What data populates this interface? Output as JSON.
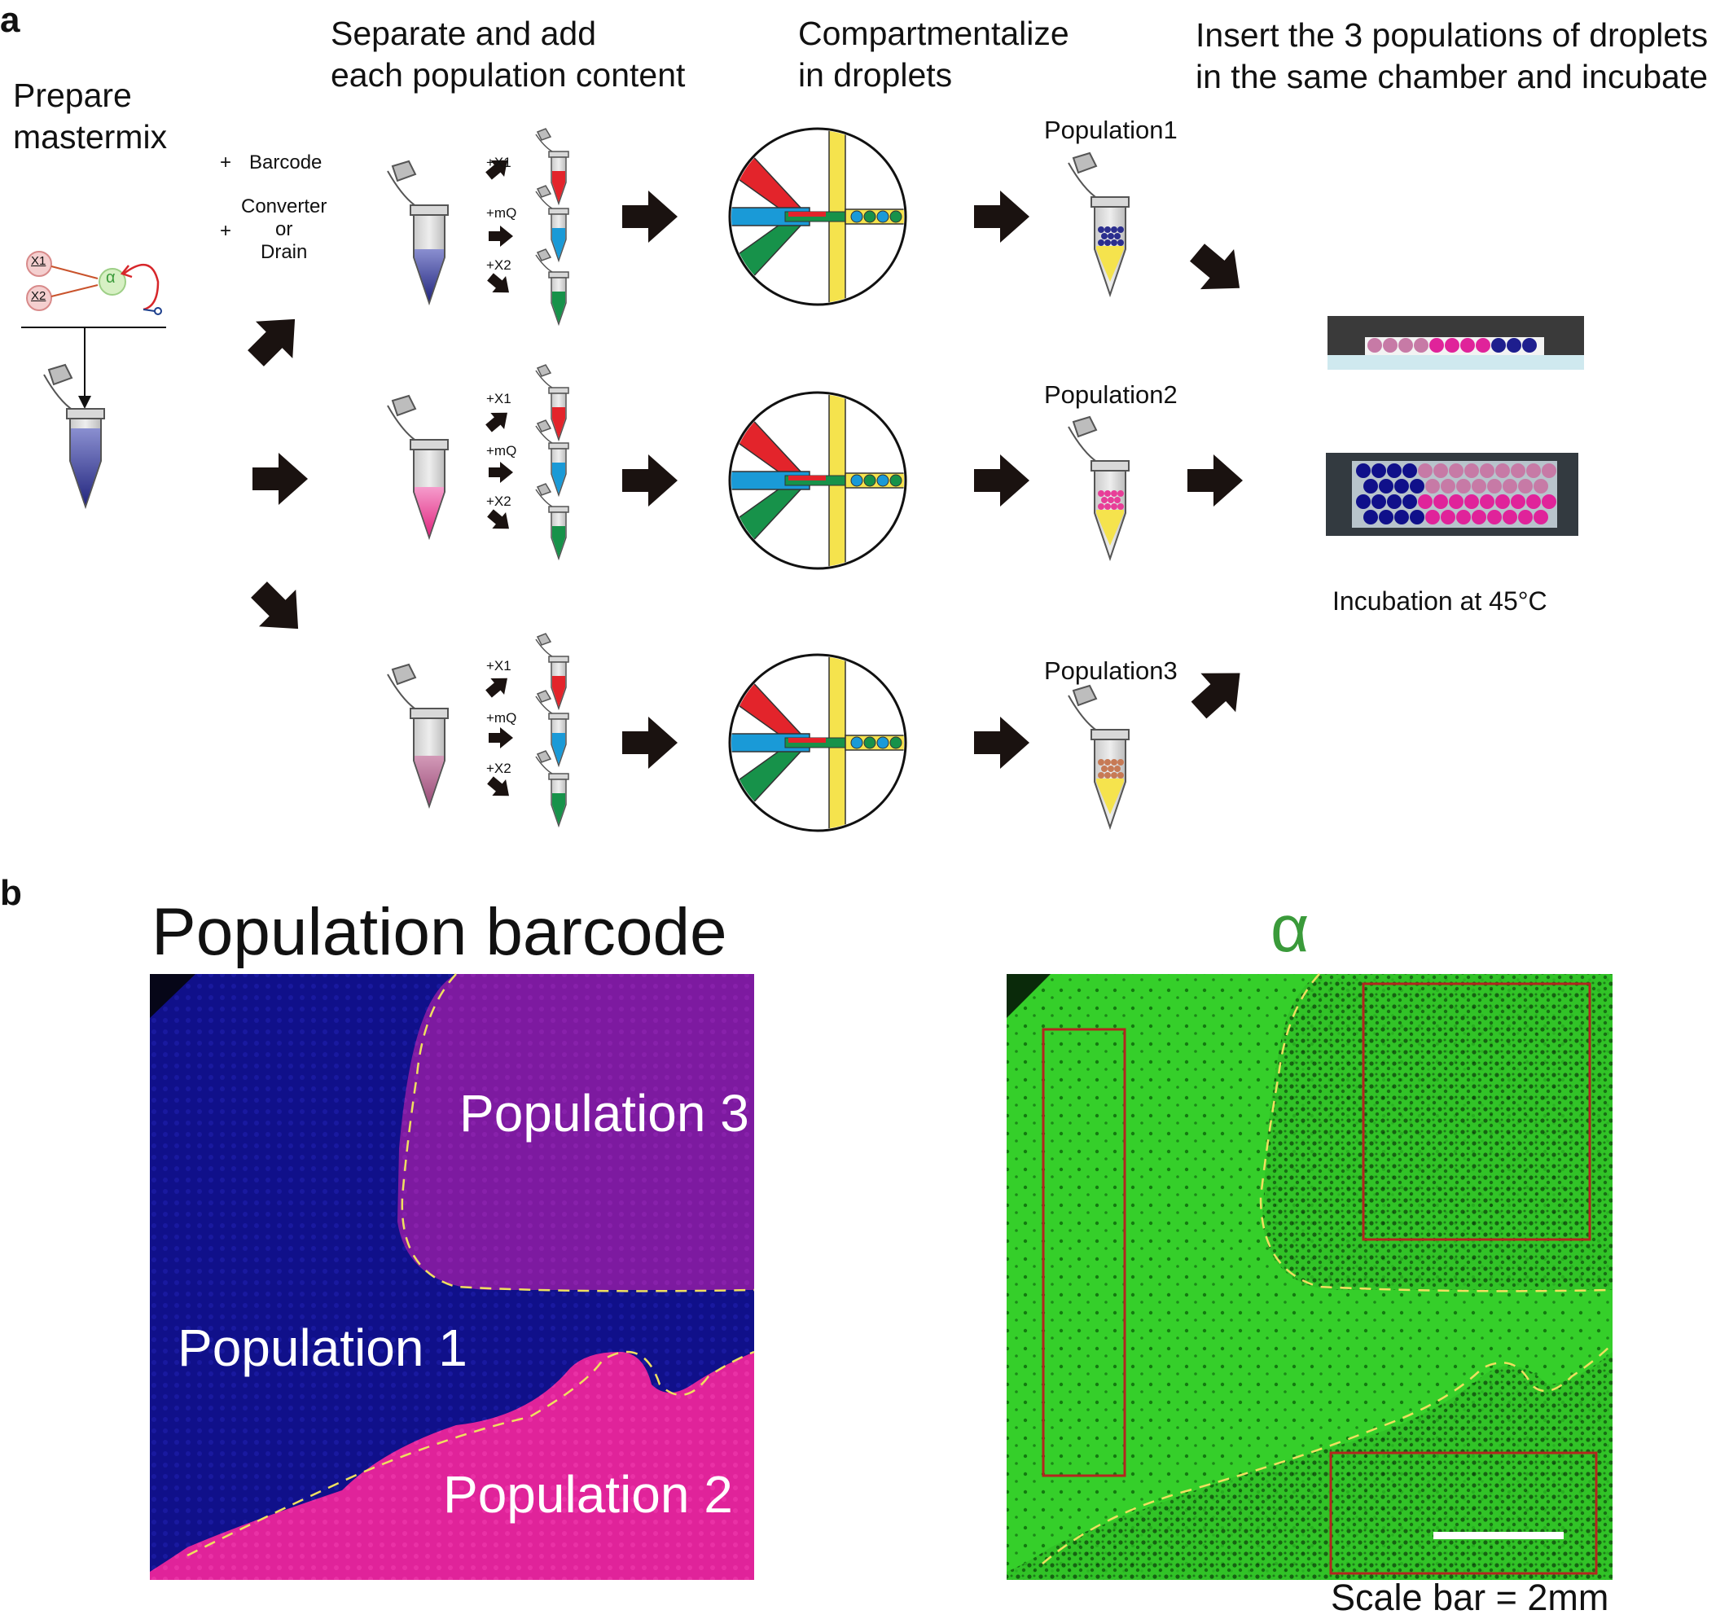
{
  "panel_a": {
    "letter": "a",
    "steps": {
      "prepare": "Prepare\nmastermix",
      "separate": "Separate and add\neach population content",
      "compartmentalize": "Compartmentalize\nin droplets",
      "insert": "Insert the 3 populations of droplets\nin the same chamber and incubate"
    },
    "additions": {
      "plus": "+",
      "barcode": "Barcode",
      "converter": "Converter\nor\nDrain"
    },
    "network": {
      "x1": "X1",
      "x2": "X2",
      "alpha": "α"
    },
    "tube_labels": [
      "+X1",
      "+mQ",
      "+X2"
    ],
    "populations": [
      "Population1",
      "Population2",
      "Population3"
    ],
    "incubation": "Incubation at 45°C"
  },
  "panel_b": {
    "letter": "b",
    "left_title": "Population barcode",
    "right_title": "α",
    "regions": [
      "Population 3",
      "Population 1",
      "Population 2"
    ],
    "scale_bar": "Scale bar = 2mm"
  },
  "colors": {
    "blue_tube": "#2b2e8e",
    "pink_tube": "#e83e98",
    "mauve_tube": "#b05a88",
    "red": "#e3242b",
    "cyan": "#1a9ad7",
    "green": "#17924a",
    "yellow": "#f5e34d",
    "barcode_blue": "#10108a",
    "barcode_magenta": "#e0239a",
    "alpha_green": "#34d12b"
  }
}
